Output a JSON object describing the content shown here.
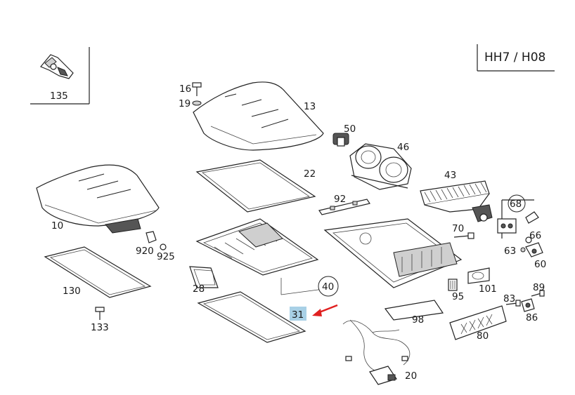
{
  "model_code": "HH7 / H08",
  "highlight_color": "#a8d0e6",
  "arrow_color": "#e02020",
  "selected_part": "31",
  "parts": [
    "135",
    "16",
    "19",
    "13",
    "50",
    "46",
    "22",
    "43",
    "10",
    "92",
    "68",
    "920",
    "925",
    "70",
    "66",
    "63",
    "60",
    "130",
    "28",
    "40",
    "95",
    "101",
    "89",
    "83",
    "86",
    "31",
    "98",
    "133",
    "80",
    "20"
  ]
}
